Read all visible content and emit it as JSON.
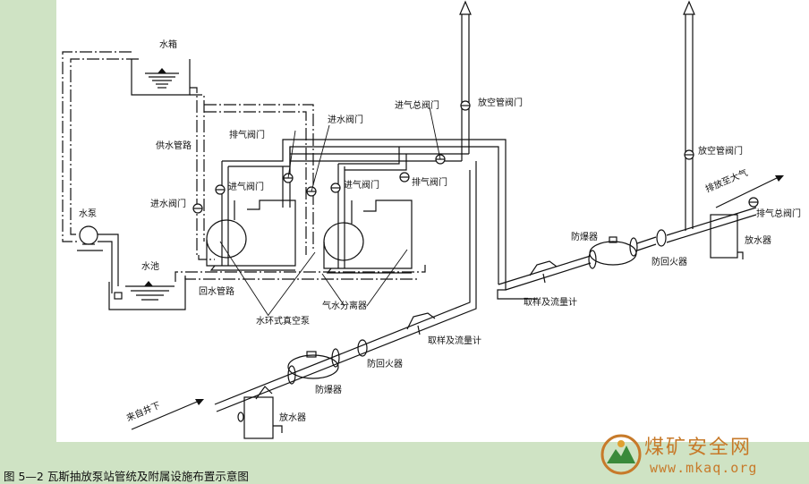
{
  "caption": "图 5—2   瓦斯抽放泵站管统及附属设施布置示意图",
  "labels": {
    "tank": "水箱",
    "supply_pipe": "供水管路",
    "pump": "水泵",
    "inlet_valve_left": "进水阀门",
    "pool": "水池",
    "return_pipe": "回水管路",
    "exhaust_valve_left": "排气阀门",
    "intake_valve_left": "进气阀门",
    "inlet_valve_mid": "进水阀门",
    "intake_valve_mid": "进气阀门",
    "exhaust_valve_right": "排气阀门",
    "main_intake_valve": "进气总阀门",
    "vent_valve_left": "放空管阀门",
    "vacuum_pump": "水环式真空泵",
    "separator": "气水分离器",
    "flowmeter_lower": "取样及流量计",
    "flame_arrester_lower": "防回火器",
    "explosion_proof_lower": "防爆器",
    "drain_lower": "放水器",
    "from_underground": "来自井下",
    "flowmeter_upper": "取样及流量计",
    "explosion_proof_upper": "防爆器",
    "flame_arrester_upper": "防回火器",
    "vent_valve_right": "放空管阀门",
    "discharge_to_air": "排放至大气",
    "main_exhaust_valve": "排气总阀门",
    "drain_upper": "放水器"
  },
  "watermark": {
    "title": "煤矿安全网",
    "url": "www.mkaq.org"
  },
  "colors": {
    "background": "#cfe3c4",
    "drawing_bg": "#ffffff",
    "ink": "#111111",
    "watermark": "#c77a2a"
  }
}
